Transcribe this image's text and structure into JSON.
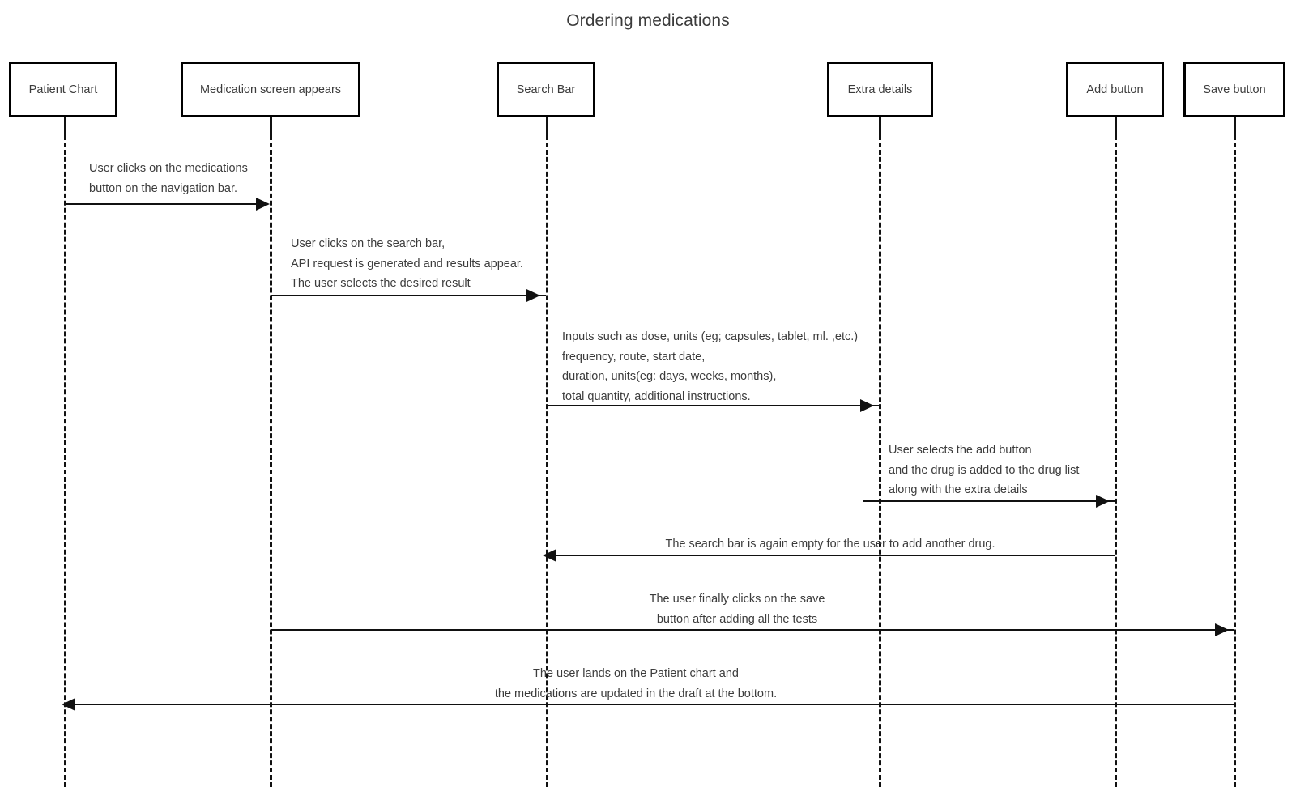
{
  "diagram": {
    "title": "Ordering medications",
    "type": "sequence-diagram",
    "participants": [
      {
        "id": "patient-chart",
        "label": "Patient Chart"
      },
      {
        "id": "medication-screen",
        "label": "Medication screen appears"
      },
      {
        "id": "search-bar",
        "label": "Search Bar"
      },
      {
        "id": "extra-details",
        "label": "Extra details"
      },
      {
        "id": "add-button",
        "label": "Add button"
      },
      {
        "id": "save-button",
        "label": "Save button"
      }
    ],
    "messages": [
      {
        "id": "msg-1",
        "from": "patient-chart",
        "to": "medication-screen",
        "direction": "right",
        "lines": [
          "User clicks on the medications",
          "button on the navigation bar."
        ]
      },
      {
        "id": "msg-2",
        "from": "medication-screen",
        "to": "search-bar",
        "direction": "right",
        "lines": [
          "User clicks on the search bar,",
          " API request is generated and results appear.",
          "The user selects the desired result"
        ]
      },
      {
        "id": "msg-3",
        "from": "search-bar",
        "to": "extra-details",
        "direction": "right",
        "lines": [
          "Inputs such as dose, units (eg; capsules, tablet, ml. ,etc.)",
          " frequency, route, start date,",
          " duration, units(eg: days, weeks, months),",
          " total quantity, additional instructions."
        ]
      },
      {
        "id": "msg-4",
        "from": "extra-details",
        "to": "add-button",
        "direction": "right",
        "lines": [
          "User selects the add button",
          " and the drug is added to the drug list",
          " along with the extra details"
        ]
      },
      {
        "id": "msg-5",
        "from": "add-button",
        "to": "search-bar",
        "direction": "left",
        "lines": [
          "The search bar is again empty for the user to add another drug."
        ]
      },
      {
        "id": "msg-6",
        "from": "medication-screen",
        "to": "save-button",
        "direction": "right",
        "lines": [
          "The user finally clicks on the save",
          " button after adding all the tests"
        ]
      },
      {
        "id": "msg-7",
        "from": "save-button",
        "to": "patient-chart",
        "direction": "left",
        "lines": [
          "The user lands on the Patient chart and",
          " the medications are updated in the draft at the bottom."
        ]
      }
    ],
    "colors": {
      "stroke": "#111111",
      "text": "#3c3c3c",
      "background": "#ffffff"
    }
  }
}
